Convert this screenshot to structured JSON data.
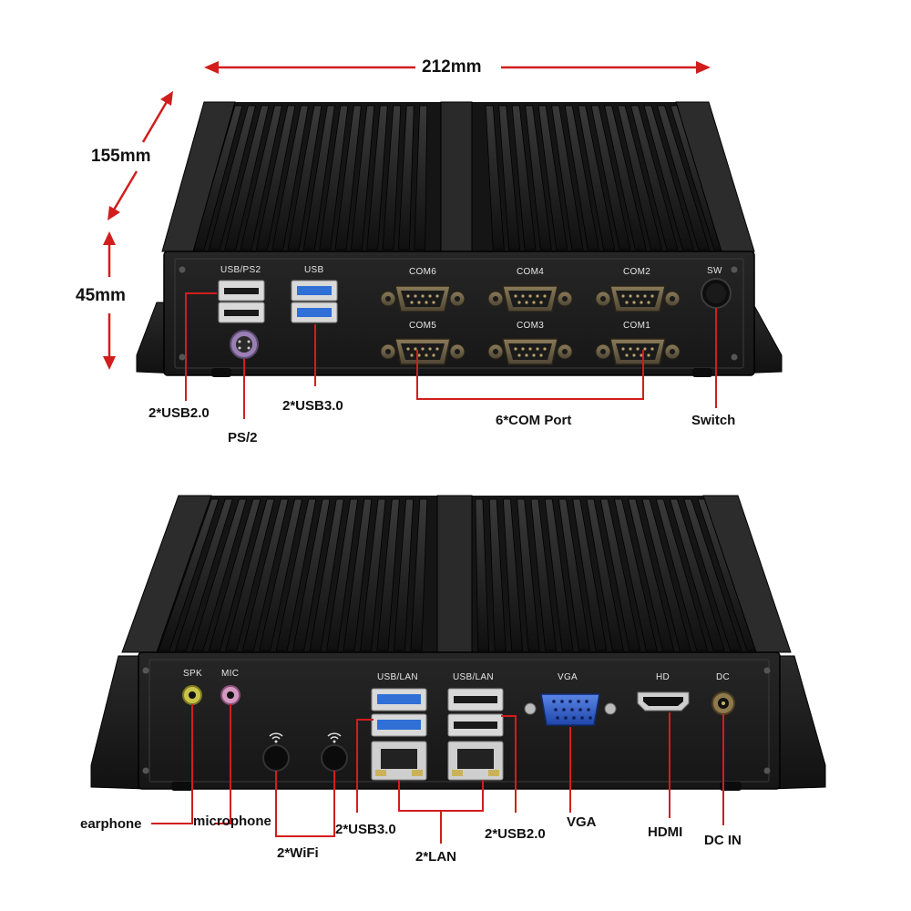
{
  "dimensions": {
    "width": "212mm",
    "depth": "155mm",
    "height": "45mm"
  },
  "front_panel": {
    "port_labels": {
      "usb_ps2": "USB/PS2",
      "usb": "USB",
      "com6": "COM6",
      "com4": "COM4",
      "com2": "COM2",
      "com5": "COM5",
      "com3": "COM3",
      "com1": "COM1",
      "sw": "SW"
    },
    "callouts": {
      "usb20": "2*USB2.0",
      "ps2": "PS/2",
      "usb30": "2*USB3.0",
      "com": "6*COM Port",
      "switch": "Switch"
    }
  },
  "rear_panel": {
    "port_labels": {
      "spk": "SPK",
      "mic": "MIC",
      "usb_lan_1": "USB/LAN",
      "usb_lan_2": "USB/LAN",
      "vga": "VGA",
      "hd": "HD",
      "dc": "DC"
    },
    "callouts": {
      "earphone": "earphone",
      "microphone": "microphone",
      "wifi": "2*WiFi",
      "usb30": "2*USB3.0",
      "lan": "2*LAN",
      "usb20": "2*USB2.0",
      "vga": "VGA",
      "hdmi": "HDMI",
      "dc_in": "DC IN"
    }
  },
  "colors": {
    "accent_red": "#d21d1d",
    "chassis": "#1c1c1c",
    "usb3_blue": "#2f6fd6"
  },
  "icons": [
    "wifi-antenna-icon",
    "power-switch-icon"
  ]
}
